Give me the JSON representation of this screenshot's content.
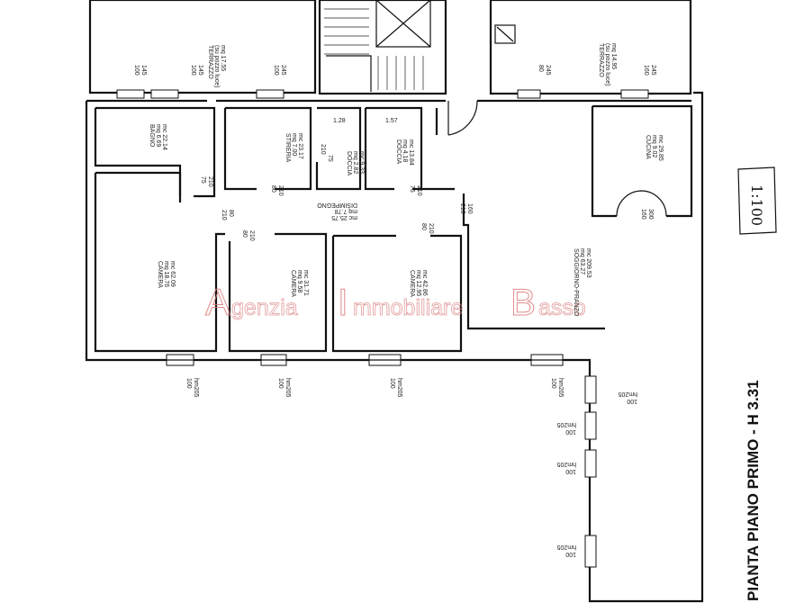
{
  "drawing": {
    "title": "PIANTA PIANO PRIMO - H 3.31",
    "scale": "1:100"
  },
  "watermark": {
    "cap_a": "A",
    "rest_a": "genzia",
    "cap_i": "I",
    "rest_i": "mmobiliare",
    "cap_b": "B",
    "rest_b": "asso"
  },
  "rooms": {
    "terrazzo_left": {
      "name": "TERRAZZO",
      "note": "(su pozzo luce)",
      "area": "mq 17.55"
    },
    "terrazzo_right": {
      "name": "TERRAZZO",
      "note": "(su pozzo luce)",
      "area": "mq 14.95"
    },
    "bagno": {
      "name": "BAGNO",
      "mq": "mq 6.69",
      "mc": "mc 22.14"
    },
    "stireria": {
      "name": "STIRERIA",
      "mq": "mq 7.00",
      "mc": "mc 23.17"
    },
    "doccia1": {
      "name": "DOCCIA",
      "mq": "mq 2.82",
      "mc": "mc 9.33"
    },
    "doccia2": {
      "name": "DOCCIA",
      "mq": "mq 4.18",
      "mc": "mc 13.84"
    },
    "cucina": {
      "name": "CUCINA",
      "mq": "mq 9.02",
      "mc": "mc 29.85"
    },
    "disimpegno": {
      "name": "DISIMPEGNO",
      "mq": "mq 7.78",
      "mc": "mc 25.75"
    },
    "camera1": {
      "name": "CAMERA",
      "mq": "mq 18.76",
      "mc": "mc 62.09"
    },
    "camera2": {
      "name": "CAMERA",
      "mq": "mq 9.58",
      "mc": "mc 31.71"
    },
    "camera3": {
      "name": "CAMERA",
      "mq": "mq 12.95",
      "mc": "mc 42.86"
    },
    "soggiorno": {
      "name": "SOGGIORNO-PRANZO",
      "mq": "mq 63.27",
      "mc": "mc 209.53"
    }
  },
  "dims": {
    "w100": "100",
    "w145": "145",
    "w245": "245",
    "w80": "80",
    "w160": "160",
    "w75": "75",
    "w210": "210",
    "w128": "1.28",
    "w157": "1.57",
    "w300": "300",
    "hm205": "hm205"
  }
}
